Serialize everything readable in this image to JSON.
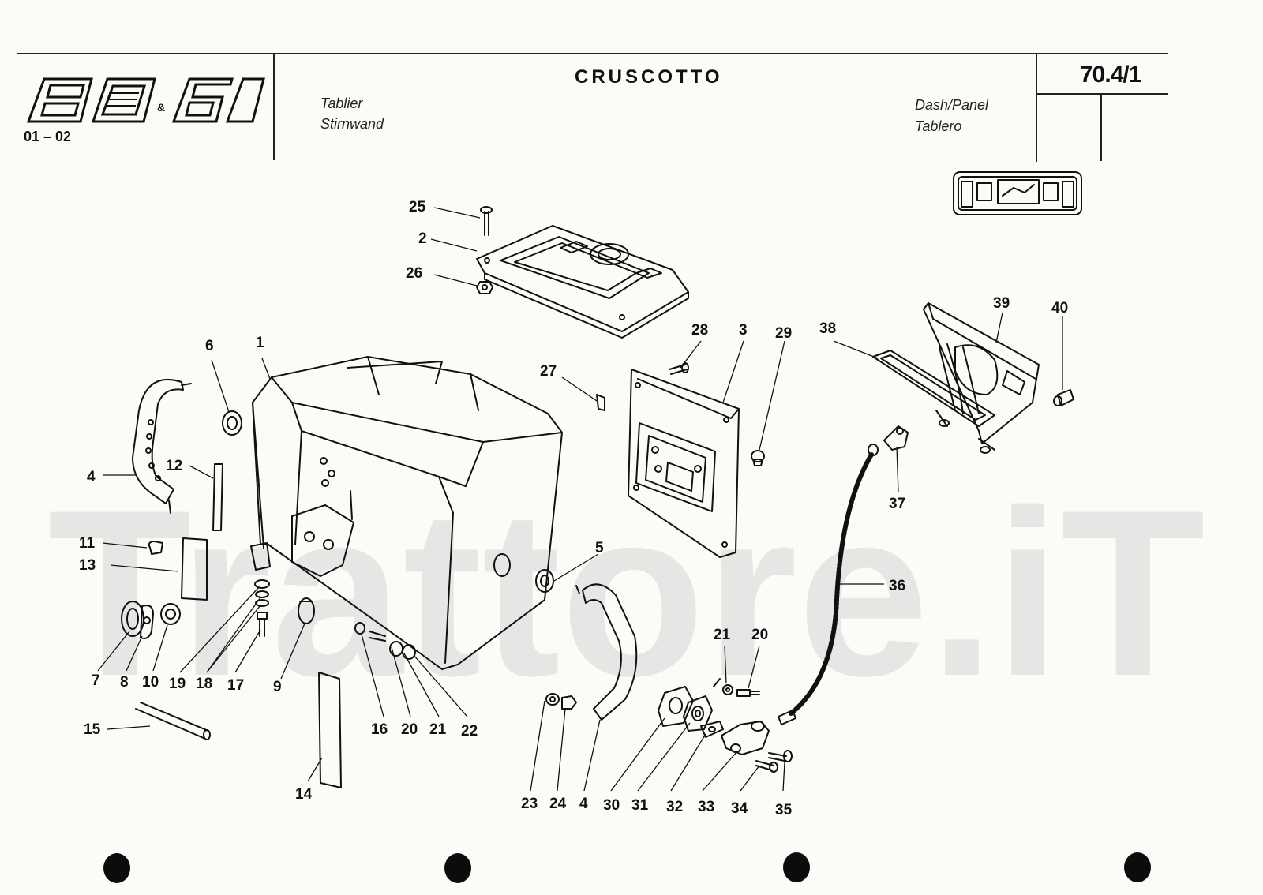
{
  "header": {
    "logo_text": "80 & 60",
    "models": "01 – 02",
    "title": "CRUSCOTTO",
    "lang_fr": "Tablier",
    "lang_de": "Stirnwand",
    "lang_en": "Dash/Panel",
    "lang_es": "Tablero",
    "page_code": "70.4/1"
  },
  "watermark": "Trattore.iT",
  "callouts": [
    {
      "id": "25",
      "label": "25"
    },
    {
      "id": "2",
      "label": "2"
    },
    {
      "id": "26",
      "label": "26"
    },
    {
      "id": "6",
      "label": "6"
    },
    {
      "id": "1",
      "label": "1"
    },
    {
      "id": "4a",
      "label": "4"
    },
    {
      "id": "12",
      "label": "12"
    },
    {
      "id": "11",
      "label": "11"
    },
    {
      "id": "13",
      "label": "13"
    },
    {
      "id": "7",
      "label": "7"
    },
    {
      "id": "8",
      "label": "8"
    },
    {
      "id": "10",
      "label": "10"
    },
    {
      "id": "19",
      "label": "19"
    },
    {
      "id": "18",
      "label": "18"
    },
    {
      "id": "17",
      "label": "17"
    },
    {
      "id": "9",
      "label": "9"
    },
    {
      "id": "15",
      "label": "15"
    },
    {
      "id": "14",
      "label": "14"
    },
    {
      "id": "16",
      "label": "16"
    },
    {
      "id": "20a",
      "label": "20"
    },
    {
      "id": "21a",
      "label": "21"
    },
    {
      "id": "22",
      "label": "22"
    },
    {
      "id": "27",
      "label": "27"
    },
    {
      "id": "28",
      "label": "28"
    },
    {
      "id": "3",
      "label": "3"
    },
    {
      "id": "29",
      "label": "29"
    },
    {
      "id": "38",
      "label": "38"
    },
    {
      "id": "39",
      "label": "39"
    },
    {
      "id": "40",
      "label": "40"
    },
    {
      "id": "37",
      "label": "37"
    },
    {
      "id": "36",
      "label": "36"
    },
    {
      "id": "5",
      "label": "5"
    },
    {
      "id": "21b",
      "label": "21"
    },
    {
      "id": "20b",
      "label": "20"
    },
    {
      "id": "23",
      "label": "23"
    },
    {
      "id": "24",
      "label": "24"
    },
    {
      "id": "4b",
      "label": "4"
    },
    {
      "id": "30",
      "label": "30"
    },
    {
      "id": "31",
      "label": "31"
    },
    {
      "id": "32",
      "label": "32"
    },
    {
      "id": "33",
      "label": "33"
    },
    {
      "id": "34",
      "label": "34"
    },
    {
      "id": "35",
      "label": "35"
    }
  ]
}
